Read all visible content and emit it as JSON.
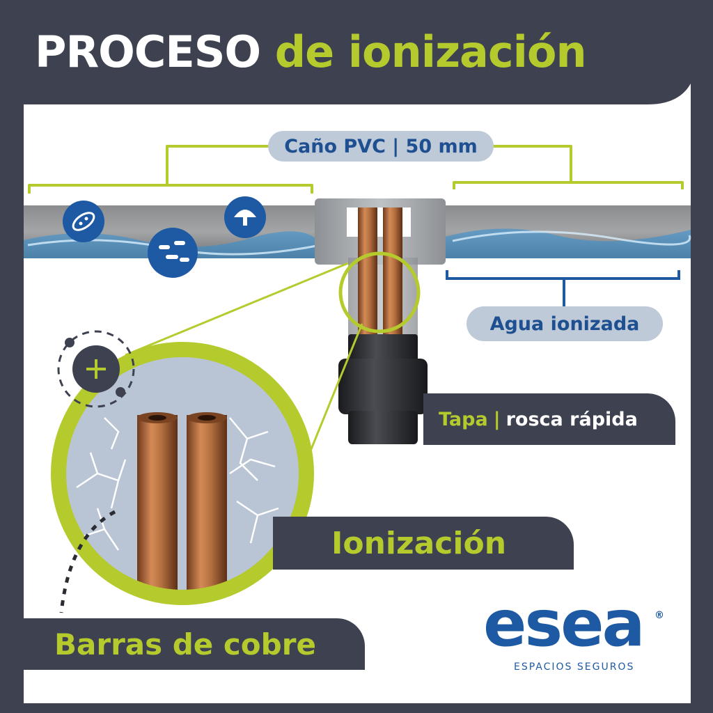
{
  "title": {
    "part1": "PROCESO",
    "part2": "de ionización"
  },
  "labels": {
    "pipe": "Caño PVC | 50 mm",
    "water": "Agua ionizada",
    "cap_bold": "Tapa",
    "cap_sep": "|",
    "cap_rest": "rosca rápida",
    "ionization": "Ionización",
    "bars": "Barras de cobre"
  },
  "brand": {
    "logo": "esea",
    "registered": "®",
    "tagline": "ESPACIOS SEGUROS"
  },
  "colors": {
    "dark": "#3d4150",
    "green": "#b5cb2d",
    "blue": "#1d5aa3",
    "pill": "#bfcad8",
    "copper": "#b5703f"
  }
}
